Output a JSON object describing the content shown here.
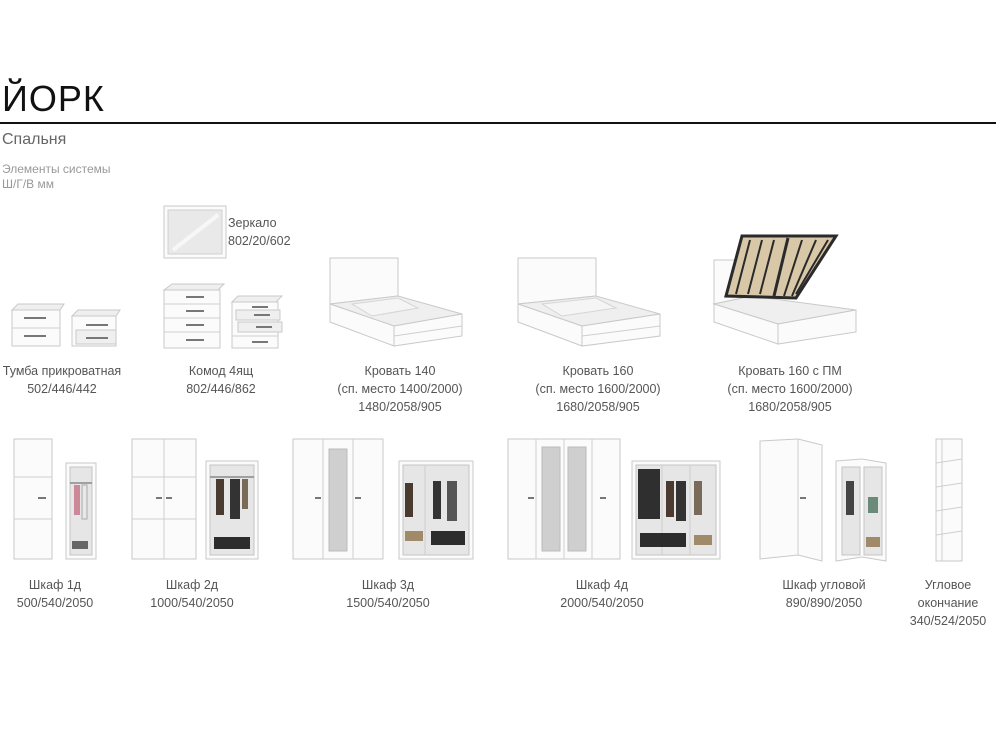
{
  "header": {
    "title": "ЙОРК",
    "subtitle": "Спальня",
    "note_line1": "Элементы системы",
    "note_line2": "Ш/Г/В мм"
  },
  "items": [
    {
      "name": "Зеркало",
      "dims": "802/20/602"
    },
    {
      "name": "Тумба прикроватная",
      "dims": "502/446/442"
    },
    {
      "name": "Комод 4ящ",
      "dims": "802/446/862"
    },
    {
      "name": "Кровать 140",
      "sleep": "(сп. место 1400/2000)",
      "dims": "1480/2058/905"
    },
    {
      "name": "Кровать 160",
      "sleep": "(сп. место 1600/2000)",
      "dims": "1680/2058/905"
    },
    {
      "name": "Кровать 160 с ПМ",
      "sleep": "(сп. место 1600/2000)",
      "dims": "1680/2058/905"
    },
    {
      "name": "Шкаф 1д",
      "dims": "500/540/2050"
    },
    {
      "name": "Шкаф 2д",
      "dims": "1000/540/2050"
    },
    {
      "name": "Шкаф 3д",
      "dims": "1500/540/2050"
    },
    {
      "name": "Шкаф 4д",
      "dims": "2000/540/2050"
    },
    {
      "name": "Шкаф угловой",
      "dims": "890/890/2050"
    },
    {
      "name": "Угловое",
      "name2": "окончание",
      "dims": "340/524/2050"
    }
  ]
}
